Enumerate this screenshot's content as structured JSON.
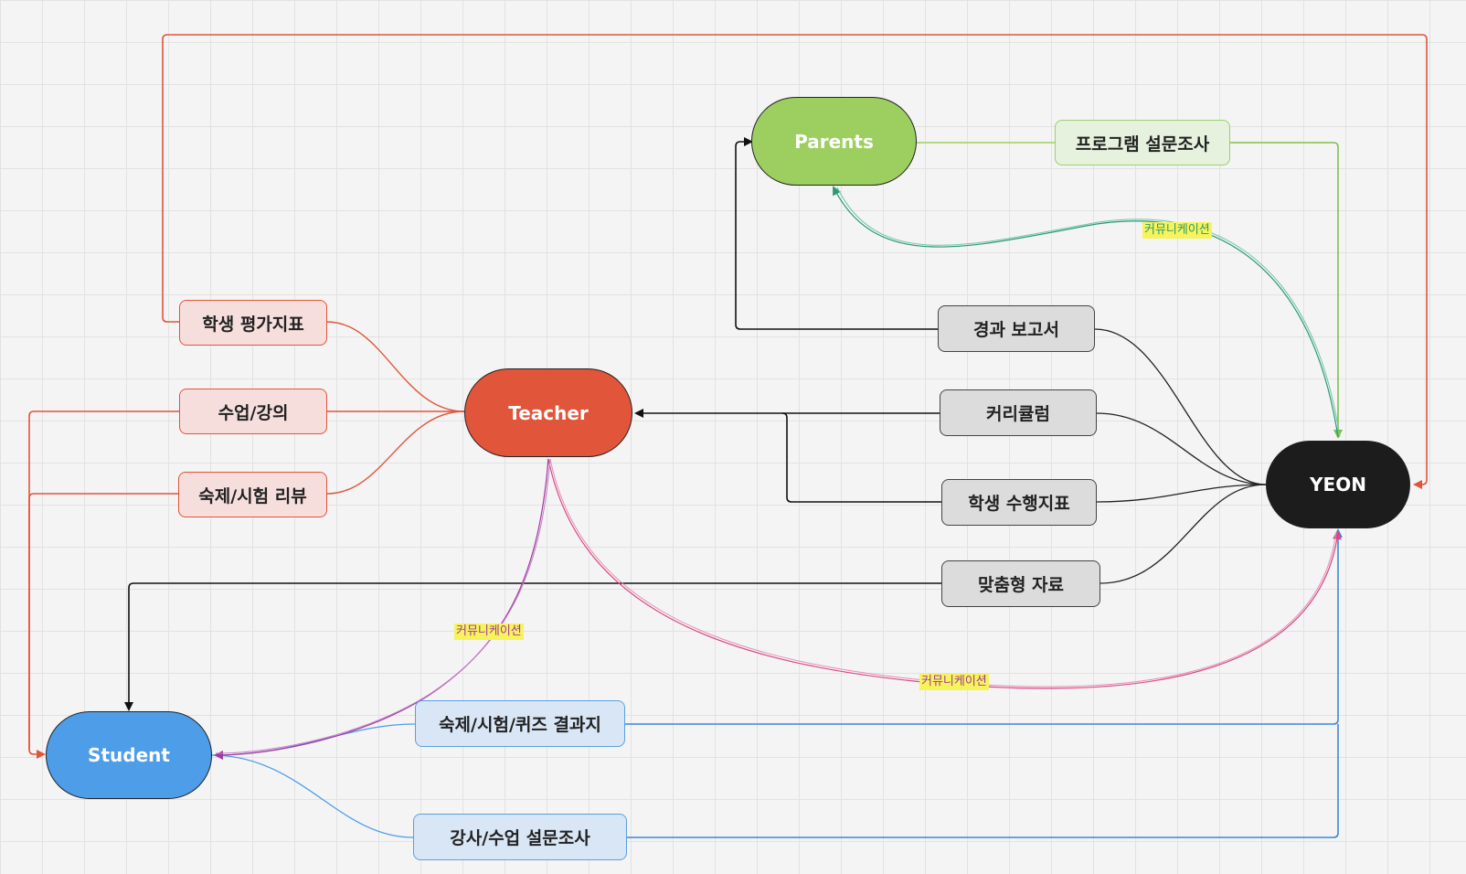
{
  "nodes": {
    "parents": "Parents",
    "teacher": "Teacher",
    "student": "Student",
    "yeon": "YEON"
  },
  "boxes": {
    "student_eval": "학생 평가지표",
    "class_lecture": "수업/강의",
    "homework_review": "숙제/시험 리뷰",
    "program_survey": "프로그램 설문조사",
    "progress_report": "경과 보고서",
    "curriculum": "커리큘럼",
    "student_performance": "학생 수행지표",
    "custom_material": "맞춤형 자료",
    "quiz_results": "숙제/시험/퀴즈 결과지",
    "lecture_survey": "강사/수업 설문조사"
  },
  "edge_labels": {
    "parents_yeon": "커뮤니케이션",
    "teacher_student": "커뮤니케이션",
    "teacher_yeon": "커뮤니케이션"
  },
  "colors": {
    "teacher": "#e1553a",
    "parents": "#9ccf60",
    "student": "#4d9de8",
    "yeon": "#1c1c1c",
    "communication_purple": "#a13aa0",
    "communication_pink": "#d64a86",
    "communication_teal": "#2a9a70"
  }
}
